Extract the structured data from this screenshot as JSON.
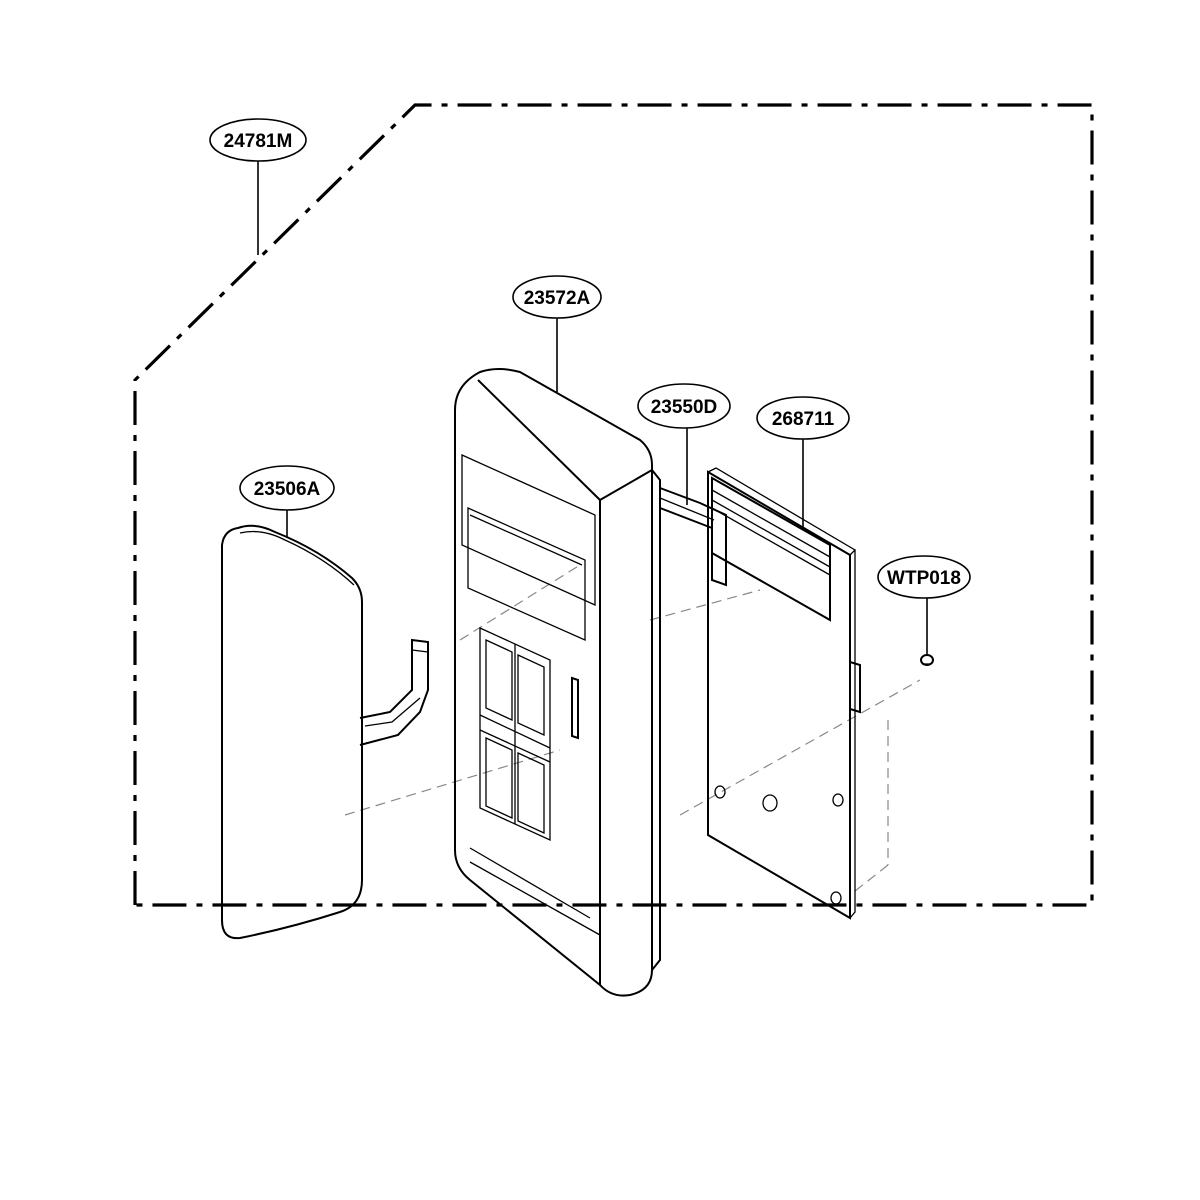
{
  "diagram": {
    "labels": {
      "assembly": "24781M",
      "control_panel_frame": "23572A",
      "membrane_connector": "23550D",
      "circuit_board": "268711",
      "screw": "WTP018",
      "keypad_membrane": "23506A"
    }
  }
}
